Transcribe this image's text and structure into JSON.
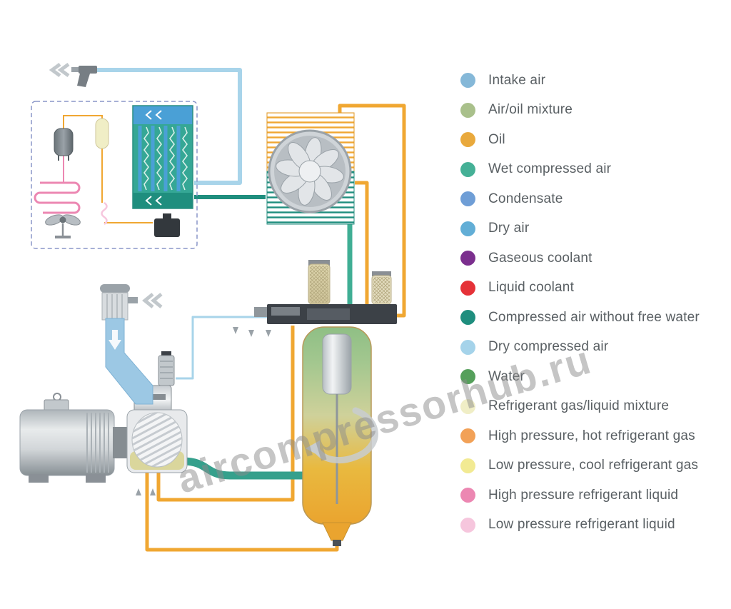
{
  "watermark": {
    "text": "aircompressorhub.ru"
  },
  "legend": {
    "items": [
      {
        "label": "Intake air",
        "color": "#85b8d8"
      },
      {
        "label": "Air/oil mixture",
        "color": "#a9c08b"
      },
      {
        "label": "Oil",
        "color": "#e9a93c"
      },
      {
        "label": "Wet compressed air",
        "color": "#45b096"
      },
      {
        "label": "Condensate",
        "color": "#6f9ed6"
      },
      {
        "label": "Dry air",
        "color": "#62aed6"
      },
      {
        "label": "Gaseous coolant",
        "color": "#7b2f8e"
      },
      {
        "label": "Liquid coolant",
        "color": "#e53238"
      },
      {
        "label": "Compressed air without free water",
        "color": "#1f8e7e"
      },
      {
        "label": "Dry compressed air",
        "color": "#a5d3ea"
      },
      {
        "label": "Water",
        "color": "#55a05b"
      },
      {
        "label": "Refrigerant gas/liquid mixture",
        "color": "#f0eec6"
      },
      {
        "label": "High pressure, hot refrigerant gas",
        "color": "#f2a157"
      },
      {
        "label": "Low pressure, cool refrigerant gas",
        "color": "#f2ea93"
      },
      {
        "label": "High pressure refrigerant liquid",
        "color": "#ec87b2"
      },
      {
        "label": "Low pressure refrigerant liquid",
        "color": "#f6c6dd"
      }
    ]
  },
  "palette": {
    "intake": "#9cc8e4",
    "dryline": "#a8d4ea",
    "oil": "#f0a732",
    "wet": "#3fae94",
    "nofree": "#1f8e7e",
    "mixture": "#35a08c",
    "pink": "#ec87b2",
    "palepink": "#f6c6dd",
    "paleyellow": "#f2ea93",
    "cream": "#f0eec6",
    "condensate": "#6f9ed6"
  }
}
